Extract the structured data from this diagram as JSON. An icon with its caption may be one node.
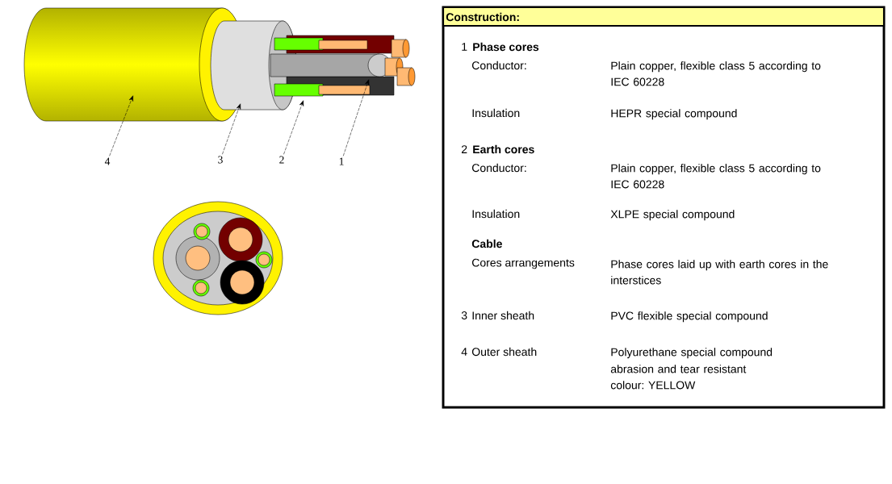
{
  "diagram": {
    "title": "Construction:",
    "nodes": [
      {
        "text": [
          "4"
        ]
      },
      {
        "text": [
          "3"
        ]
      },
      {
        "text": [
          "2"
        ]
      },
      {
        "text": [
          "1"
        ]
      }
    ],
    "edges": [
      {
        "from": 0,
        "to": null,
        "arrow": "to",
        "style": "dashed"
      },
      {
        "from": 1,
        "to": null,
        "arrow": "to",
        "style": "dashed"
      },
      {
        "from": 2,
        "to": null,
        "arrow": "to",
        "style": "dashed"
      },
      {
        "from": 3,
        "to": null,
        "arrow": "to",
        "style": "dashed"
      }
    ],
    "labels": [
      "1",
      "Phase cores",
      "Conductor:",
      "Plain copper, flexible class 5 according to IEC 60228",
      "Insulation",
      "HEPR special compound",
      "2",
      "Earth cores",
      "Conductor:",
      "Plain copper, flexible class 5 according to IEC 60228",
      "Insulation",
      "XLPE special compound",
      "Cable",
      "Cores arrangements",
      "Phase cores laid up with earth cores in the interstices",
      "3",
      "Inner sheath",
      "PVC flexible special compound",
      "4",
      "Outer sheath",
      "Polyurethane special compound",
      "abrasion and tear resistant",
      "colour: YELLOW"
    ]
  }
}
